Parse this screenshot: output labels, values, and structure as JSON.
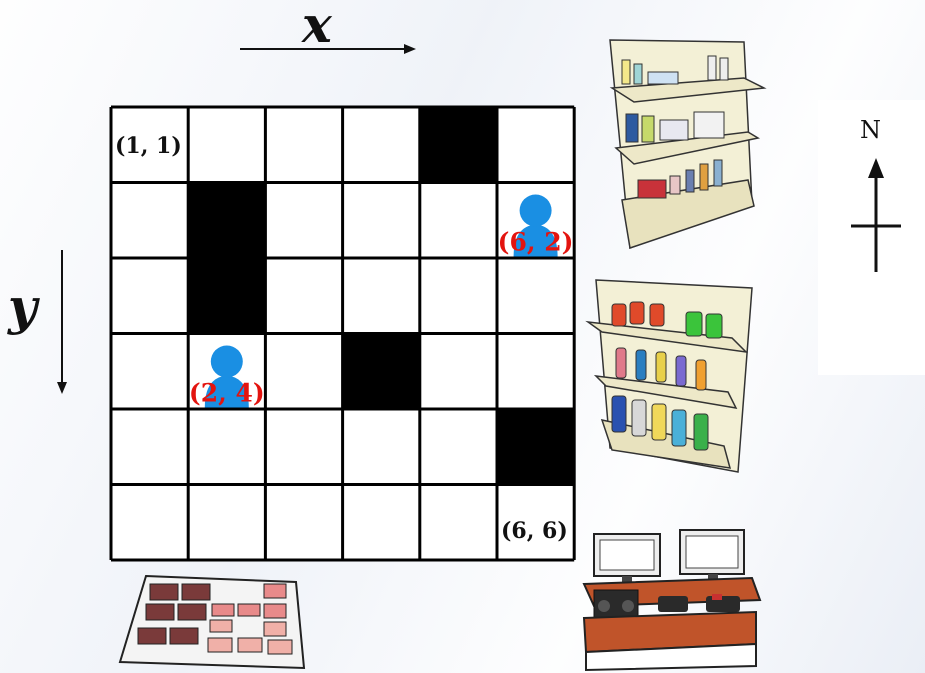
{
  "axes": {
    "x_label": "x",
    "y_label": "y"
  },
  "compass": {
    "north_label": "N"
  },
  "grid": {
    "cols": 6,
    "rows": 6,
    "blocked_cells": [
      [
        5,
        1
      ],
      [
        2,
        2
      ],
      [
        2,
        3
      ],
      [
        4,
        4
      ],
      [
        6,
        5
      ]
    ],
    "corner_labels": [
      {
        "text": "(1, 1)",
        "cell": [
          1,
          1
        ],
        "anchor": "top-left"
      },
      {
        "text": "(6, 6)",
        "cell": [
          6,
          6
        ],
        "anchor": "bottom-left"
      }
    ]
  },
  "agents": [
    {
      "label": "(6, 2)",
      "cell": [
        6,
        2
      ],
      "color": "#1a8fe3",
      "label_color": "#e3140f"
    },
    {
      "label": "(2, 4)",
      "cell": [
        2,
        4
      ],
      "color": "#1a8fe3",
      "label_color": "#e3140f"
    }
  ],
  "colors": {
    "blocked": "#000000",
    "grid_line": "#000000",
    "agent": "#1a8fe3",
    "agent_label": "#e3140f"
  },
  "scenery": [
    "toiletries-shelf",
    "drinks-shelf",
    "meat-tray",
    "electronics-counter"
  ]
}
